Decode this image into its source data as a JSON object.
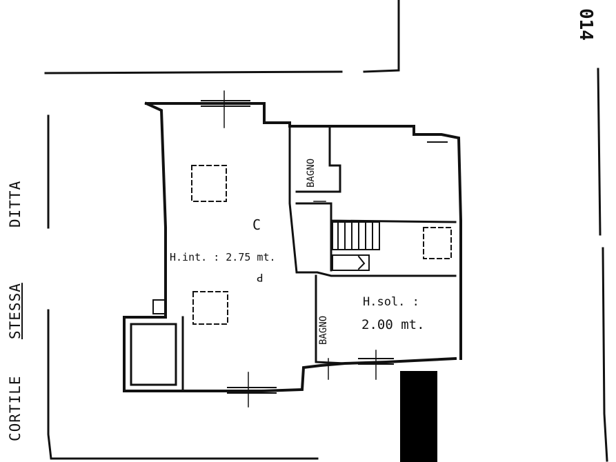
{
  "labels": {
    "page_number": "014",
    "side_text_1": "CORTILE",
    "side_text_2": "STESSA",
    "side_text_3": "DITTA",
    "room_main": "H.int. : 2.75 mt.",
    "room_side_line1": "H.sol. :",
    "room_side_line2": "2.00 mt.",
    "bath_top": "BAGNO",
    "bath_bottom": "BAGNO",
    "mark_c": "C",
    "mark_p": "P"
  }
}
